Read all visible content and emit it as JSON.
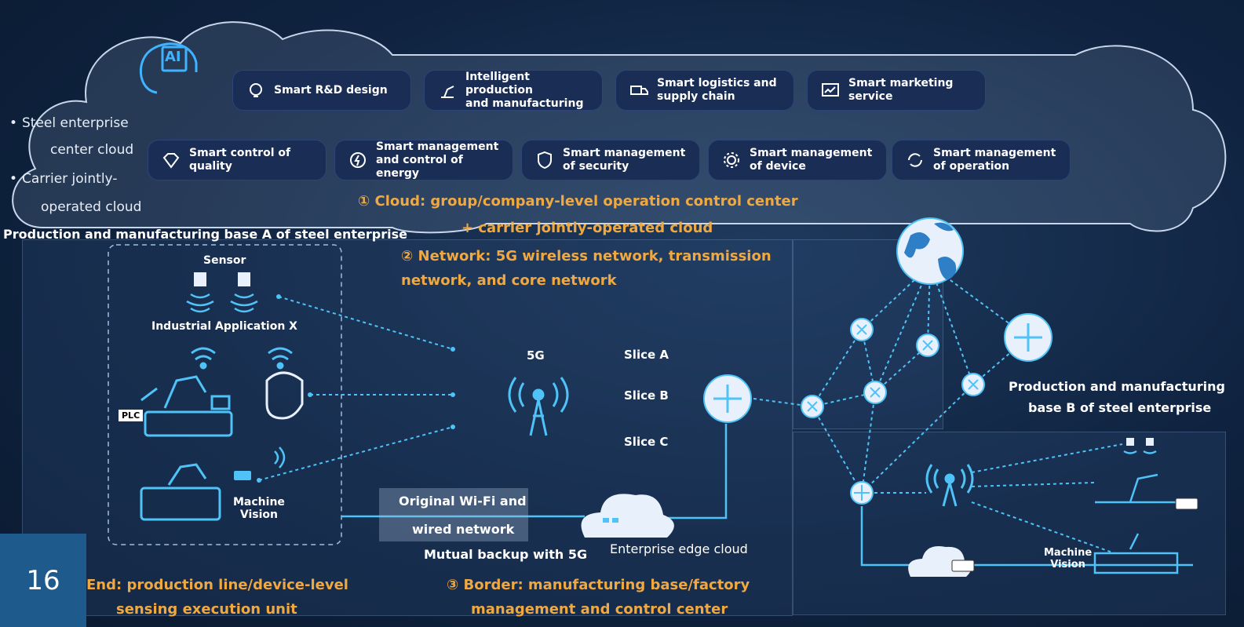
{
  "cloud": {
    "ai_icon_text": "AI",
    "side_labels": [
      "Steel enterprise",
      "center cloud",
      "Carrier jointly-",
      "operated cloud"
    ],
    "top_row": [
      {
        "icon": "lightbulb-icon",
        "label": "Smart R&D design"
      },
      {
        "icon": "robot-arm-icon",
        "label": "Intelligent production\nand manufacturing"
      },
      {
        "icon": "truck-icon",
        "label": "Smart logistics and\nsupply chain"
      },
      {
        "icon": "chart-icon",
        "label": "Smart marketing\nservice"
      }
    ],
    "bottom_row": [
      {
        "icon": "diamond-icon",
        "label": "Smart control  of\nquality"
      },
      {
        "icon": "energy-icon",
        "label": "Smart management\nand control of energy"
      },
      {
        "icon": "shield-icon",
        "label": "Smart management\nof security"
      },
      {
        "icon": "gear-icon",
        "label": "Smart management\nof device"
      },
      {
        "icon": "cycle-icon",
        "label": "Smart management\nof operation"
      }
    ],
    "caption_1": "① Cloud: group/company-level operation control center",
    "caption_2": "+ carrier jointly-operated cloud"
  },
  "base_a": {
    "title": "Production and manufacturing base A of steel enterprise",
    "sensor": "Sensor",
    "industrial_app": "Industrial Application X",
    "plc": "PLC",
    "machine_vision": "Machine\nVision"
  },
  "network": {
    "caption_1": "② Network: 5G wireless network, transmission",
    "caption_2": "network, and core network",
    "five_g": "5G",
    "slices": [
      "Slice A",
      "Slice B",
      "Slice C"
    ],
    "wifi_1": "Original Wi-Fi and",
    "wifi_2": "wired network",
    "backup": "Mutual backup with 5G",
    "edge_cloud": "Enterprise edge cloud"
  },
  "base_b": {
    "title_1": "Production and manufacturing",
    "title_2": "base B of steel enterprise",
    "machine_vision": "Machine\nVision"
  },
  "footer": {
    "page_number": "16",
    "end_1": "End: production line/device-level",
    "end_2": "sensing execution unit",
    "border_1": "③ Border: manufacturing base/factory",
    "border_2": "management and control center"
  },
  "colors": {
    "accent_line": "#4fc3f7",
    "node_fill": "#e8f1fb",
    "orange_text": "#f0a840",
    "pill_bg": "#1a2d55"
  }
}
